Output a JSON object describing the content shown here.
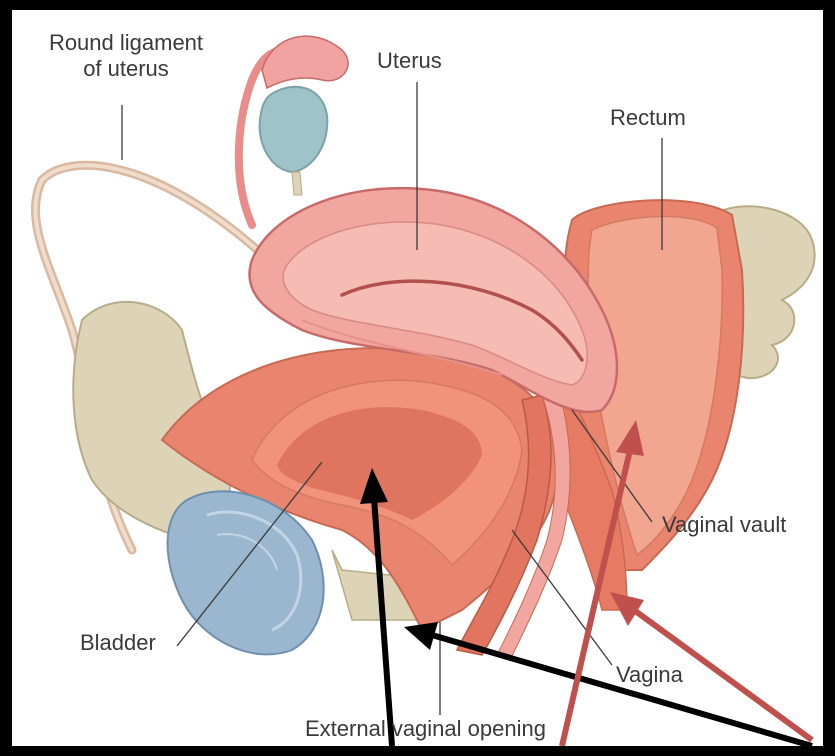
{
  "labels": {
    "round_ligament_line1": "Round ligament",
    "round_ligament_line2": "of uterus",
    "uterus": "Uterus",
    "rectum": "Rectum",
    "vaginal_vault": "Vaginal vault",
    "bladder": "Bladder",
    "vagina": "Vagina",
    "external_opening": "External vaginal opening"
  },
  "colors": {
    "uterus_fill": "#f2a6a0",
    "muscle": "#e9856e",
    "bone": "#ddd4b8",
    "bladder": "#9bb7d0",
    "ovary": "#9ec3c9",
    "black_arrow": "#000000",
    "red_arrow": "#c0504d",
    "leader_line": "#3a3a3a"
  }
}
